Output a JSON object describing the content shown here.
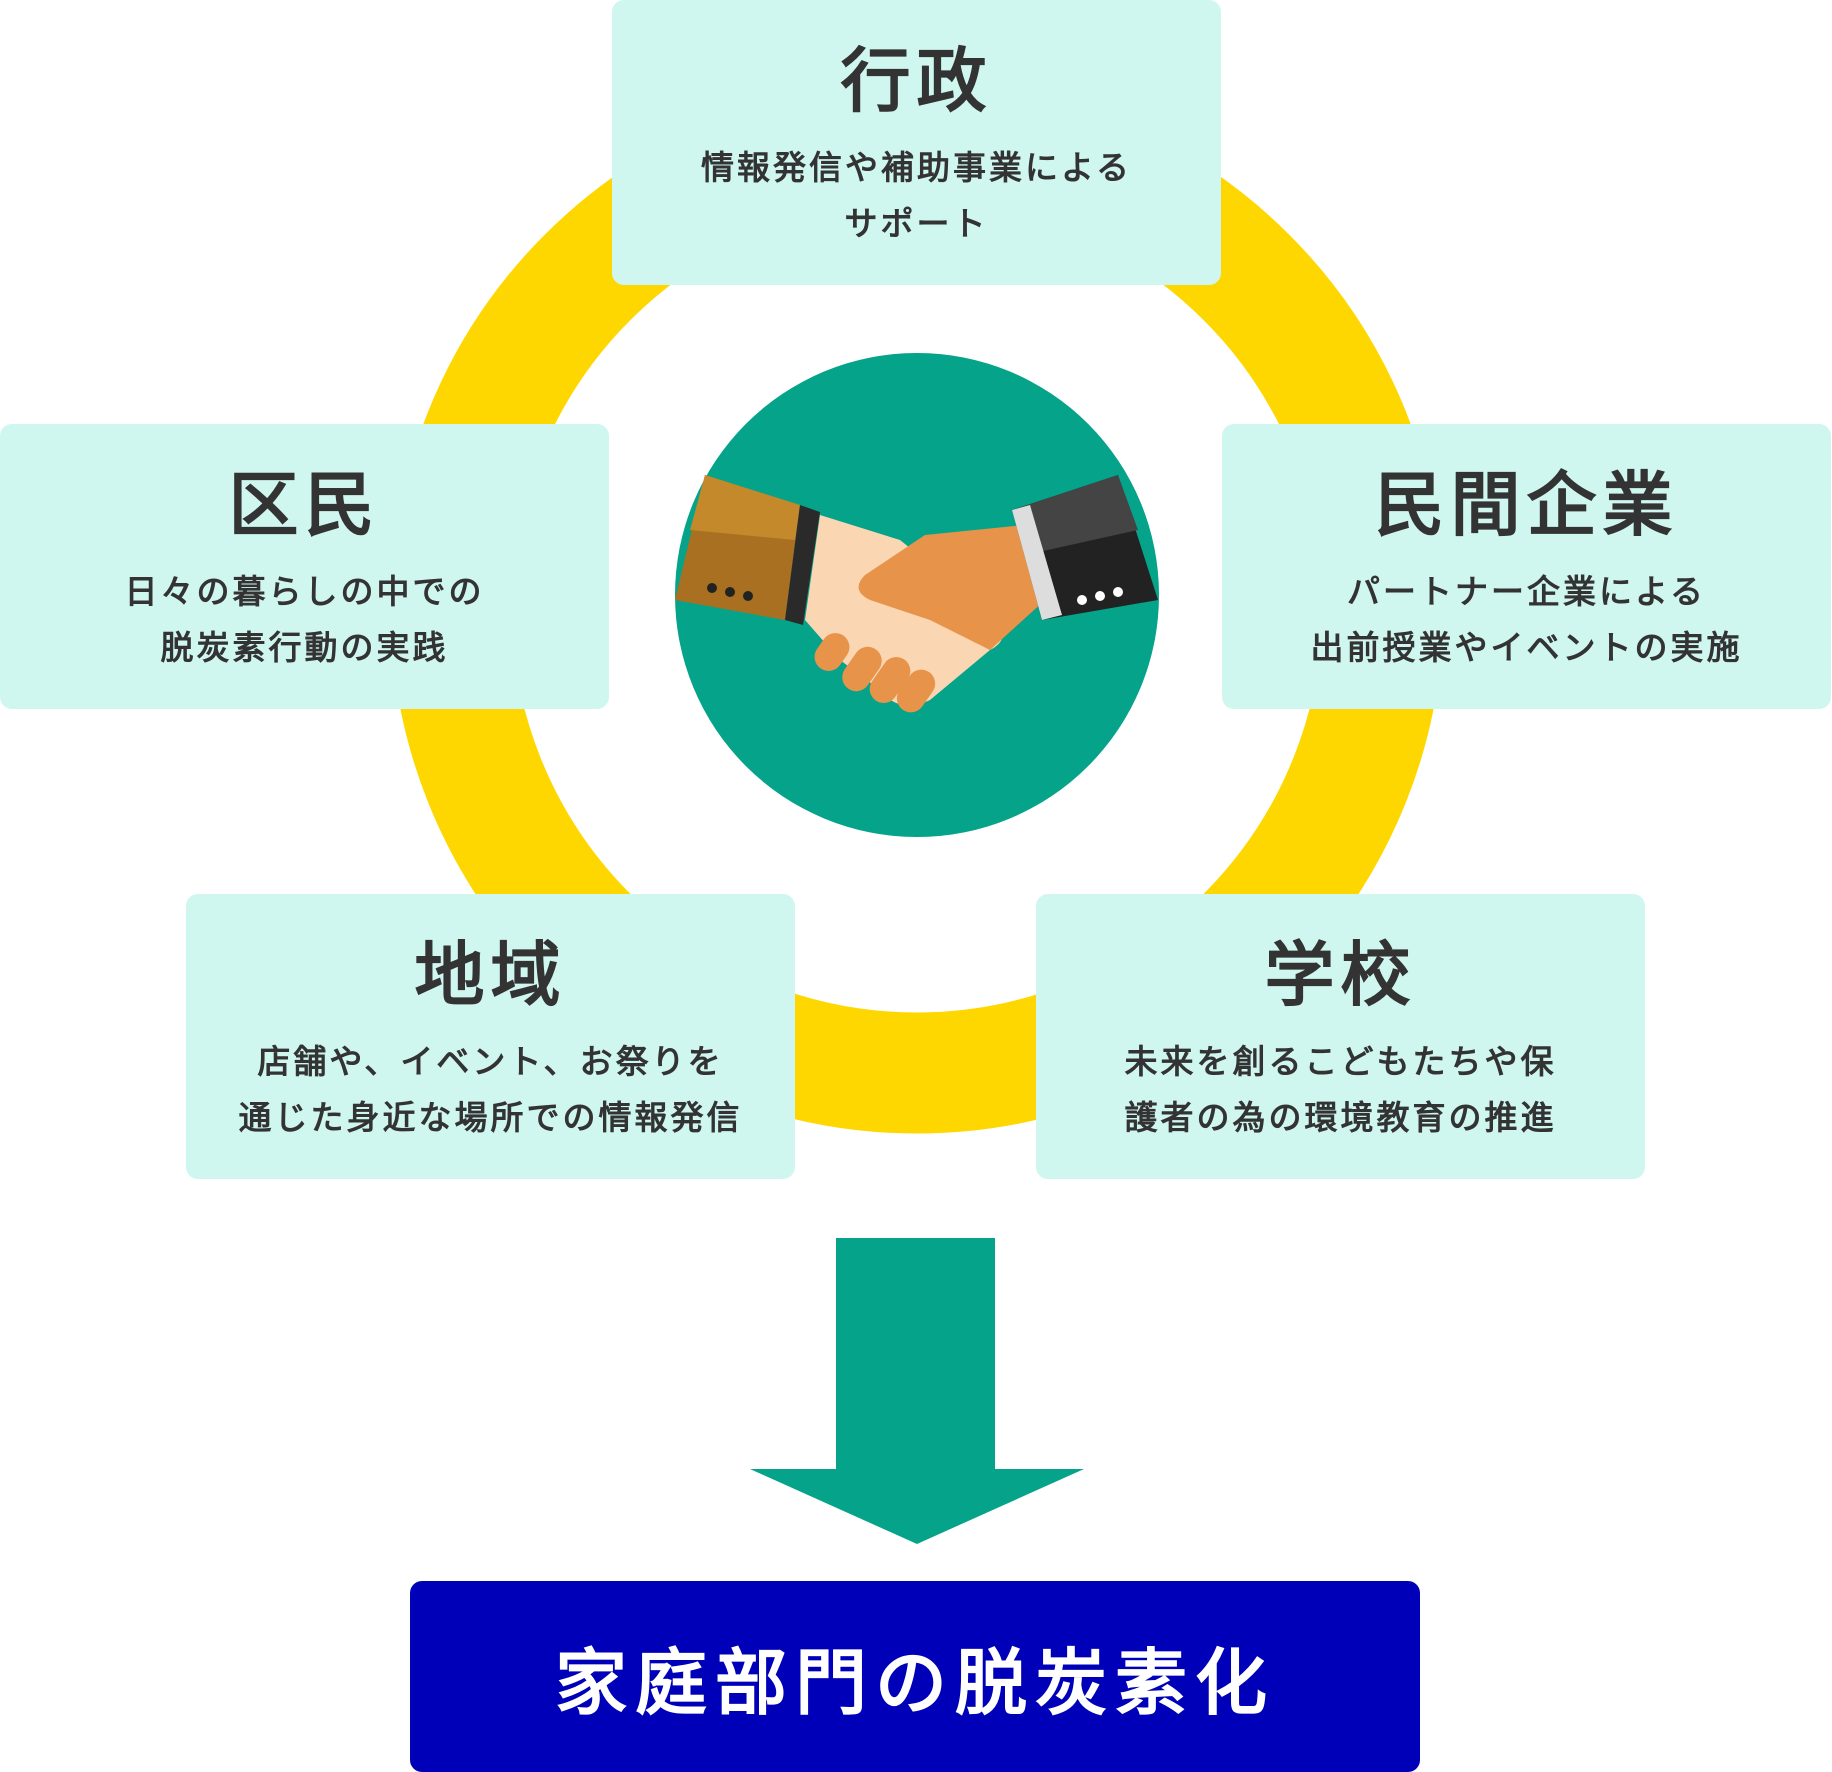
{
  "colors": {
    "ring": "#ffd700",
    "box": "#cff7f0",
    "green": "#05a38a",
    "result": "#0000b8"
  },
  "boxes": [
    {
      "title": "行政",
      "lines": [
        "情報発信や補助事業による",
        "サポート"
      ]
    },
    {
      "title": "区民",
      "lines": [
        "日々の暮らしの中での",
        "脱炭素行動の実践"
      ]
    },
    {
      "title": "民間企業",
      "lines": [
        "パートナー企業による",
        "出前授業やイベントの実施"
      ]
    },
    {
      "title": "地域",
      "lines": [
        "店舗や、イベント、お祭りを",
        "通じた身近な場所での情報発信"
      ]
    },
    {
      "title": "学校",
      "lines": [
        "未来を創るこどもたちや保",
        "護者の為の環境教育の推進"
      ]
    }
  ],
  "result": "家庭部門の脱炭素化"
}
